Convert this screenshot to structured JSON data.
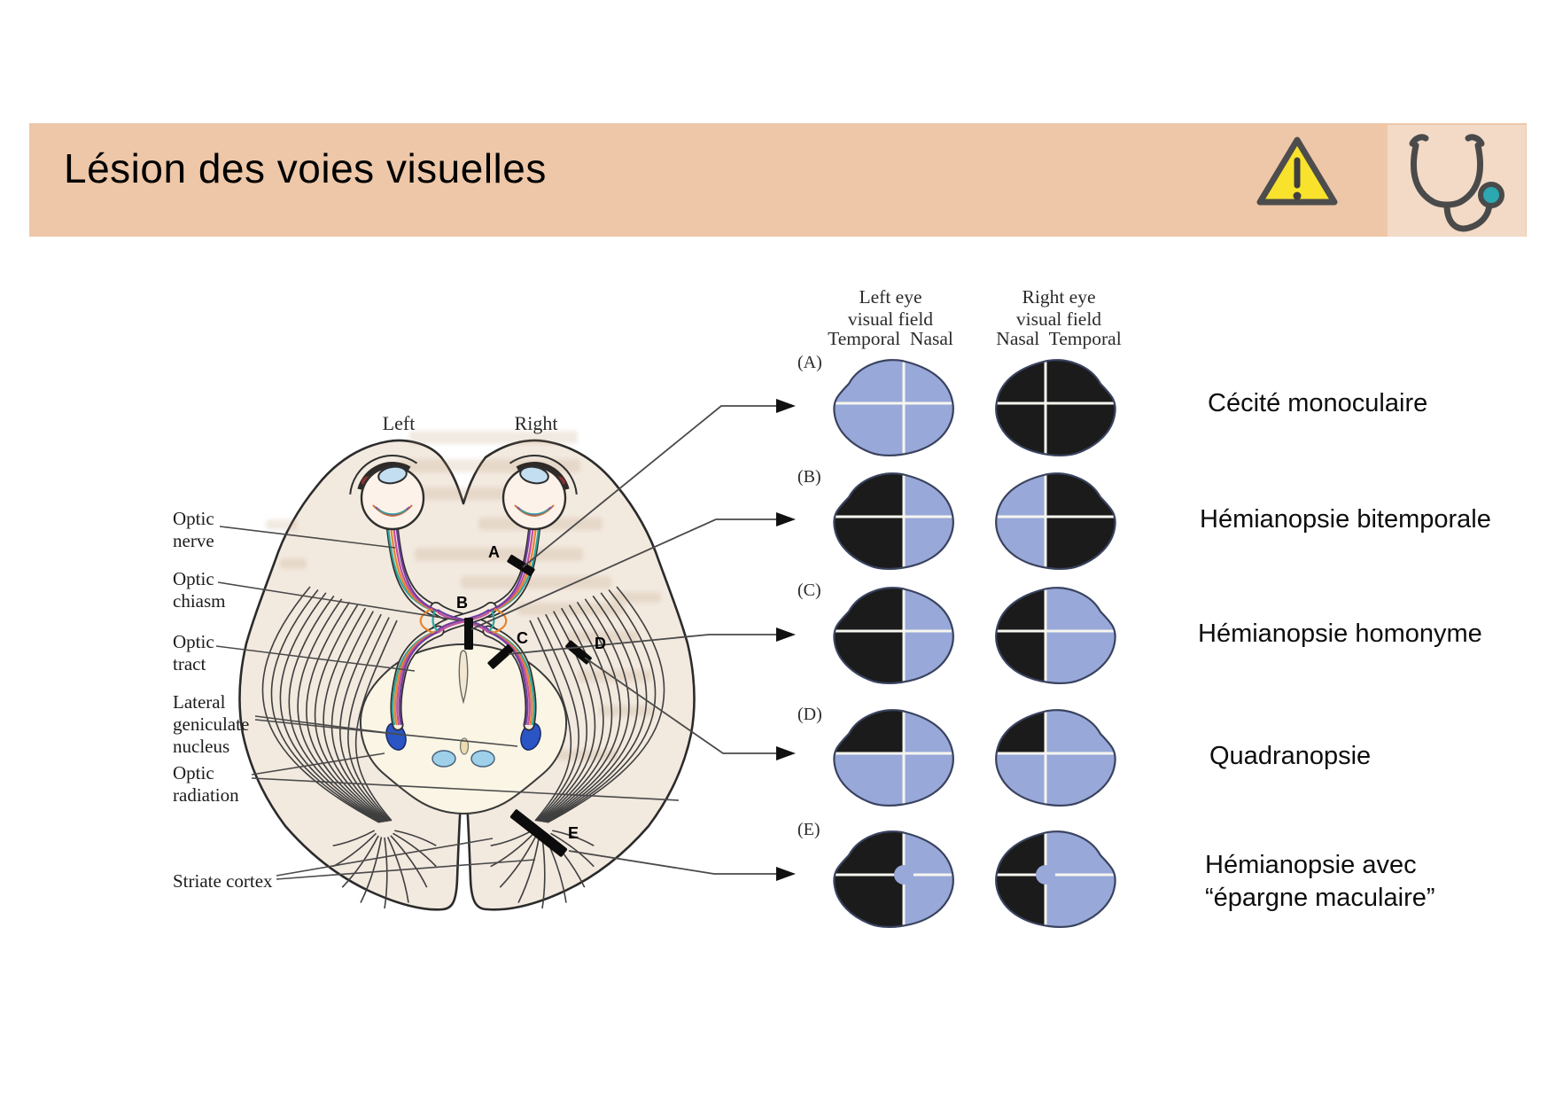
{
  "header": {
    "title": "Lésion des voies visuelles",
    "band_color": "#edc7a8",
    "warning_color": "#f9e22b",
    "stethoscope_accent": "#2ba8b0"
  },
  "figure": {
    "eye_position_labels": {
      "left": "Left",
      "right": "Right"
    },
    "anatomy": [
      "Optic nerve",
      "Optic chiasm",
      "Optic tract",
      "Lateral geniculate nucleus",
      "Optic radiation",
      "Striate cortex"
    ],
    "columns": [
      {
        "line1": "Left eye",
        "line2": "visual field",
        "sub": "Temporal  Nasal"
      },
      {
        "line1": "Right eye",
        "line2": "visual field",
        "sub": "Nasal  Temporal"
      }
    ],
    "rows": [
      {
        "key": "(A)",
        "letter": "A",
        "left_field": "none",
        "right_field": "full",
        "diagnosis": "Cécité monoculaire"
      },
      {
        "key": "(B)",
        "letter": "B",
        "left_field": "left",
        "right_field": "right",
        "diagnosis": "Hémianopsie bitemporale"
      },
      {
        "key": "(C)",
        "letter": "C",
        "left_field": "left",
        "right_field": "left",
        "diagnosis": "Hémianopsie homonyme"
      },
      {
        "key": "(D)",
        "letter": "D",
        "left_field": "upper-left",
        "right_field": "upper-left",
        "diagnosis": "Quadranopsie"
      },
      {
        "key": "(E)",
        "letter": "E",
        "left_field": "left-sparing",
        "right_field": "left-sparing",
        "diagnosis": "Hémianopsie avec",
        "diagnosis_line2": "“épargne maculaire”"
      }
    ],
    "colors": {
      "field_blue": "#98a8d8",
      "field_black": "#1b1b1b",
      "lgn_blue": "#2b55c5",
      "brain_fill": "#f2e9df",
      "midbrain_fill": "#faf5e4"
    }
  }
}
